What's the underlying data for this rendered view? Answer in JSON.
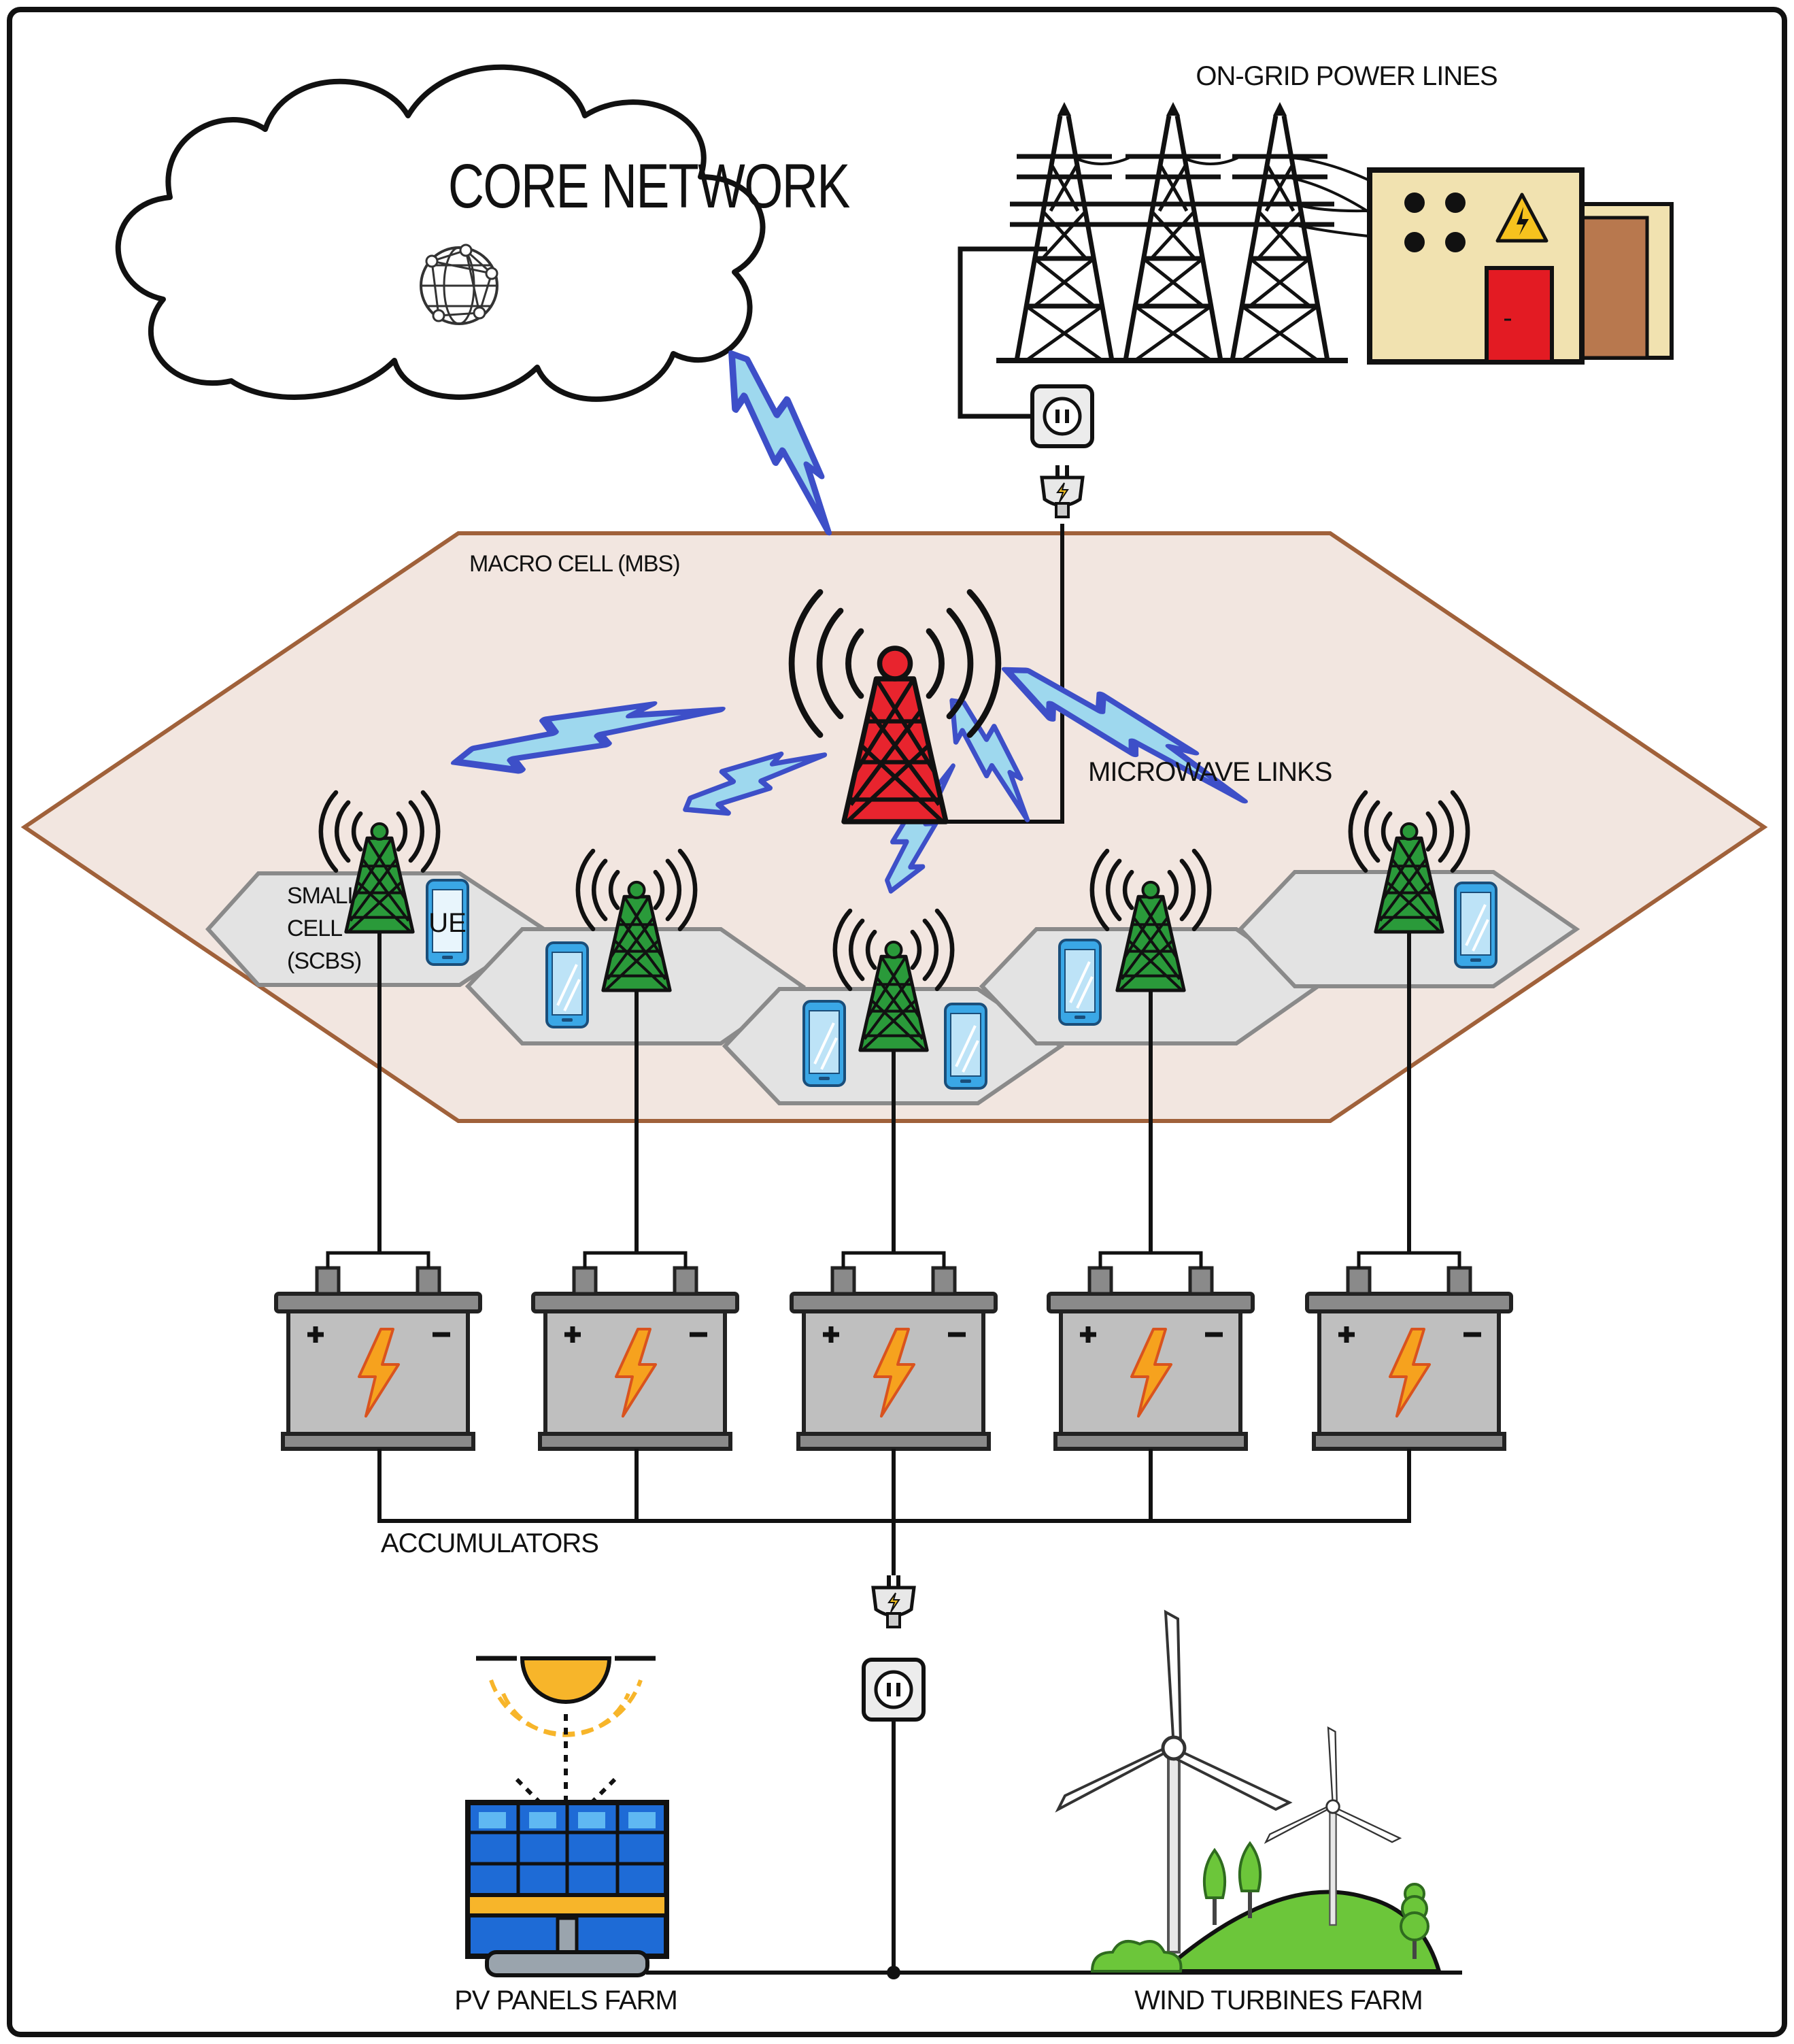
{
  "labels": {
    "core_network": "CORE NETWORK",
    "on_grid_power_lines": "ON-GRID POWER LINES",
    "macro_cell": "MACRO CELL (MBS)",
    "microwave_links": "MICROWAVE LINKS",
    "small_cell_line1": "SMALL",
    "small_cell_line2": "CELL",
    "small_cell_line3": "(SCBS)",
    "ue": "UE",
    "accumulators": "ACCUMULATORS",
    "pv_panels_farm": "PV PANELS FARM",
    "wind_turbines_farm": "WIND TURBINES FARM"
  },
  "colors": {
    "macro_cell_fill": "#f2e6e0",
    "macro_cell_stroke": "#a0613a",
    "small_cell_fill": "#e3e3e3",
    "small_cell_stroke": "#8a8a8a",
    "mbs_tower": "#e8242e",
    "scbs_tower": "#2a9a3a",
    "lightning_fill": "#9ed8ee",
    "lightning_stroke": "#3d4fc8",
    "battery_body": "#bfbfbf",
    "battery_bolt": "#f6a21e",
    "building_wall": "#f1e2b0",
    "building_door": "#e31b23",
    "building_annex": "#b8784e",
    "solar_panel": "#1e6bd6",
    "sun": "#f7b52a",
    "hill": "#6cc63a",
    "phone": "#3aa7e6"
  },
  "icons": [
    "cloud-icon",
    "globe-network-icon",
    "transmission-tower-icon",
    "power-building-icon",
    "warning-icon",
    "outlet-icon",
    "plug-icon",
    "radio-tower-icon",
    "smartphone-icon",
    "battery-icon",
    "sun-icon",
    "solar-panel-icon",
    "wind-turbine-icon",
    "tree-icon",
    "bush-icon"
  ]
}
